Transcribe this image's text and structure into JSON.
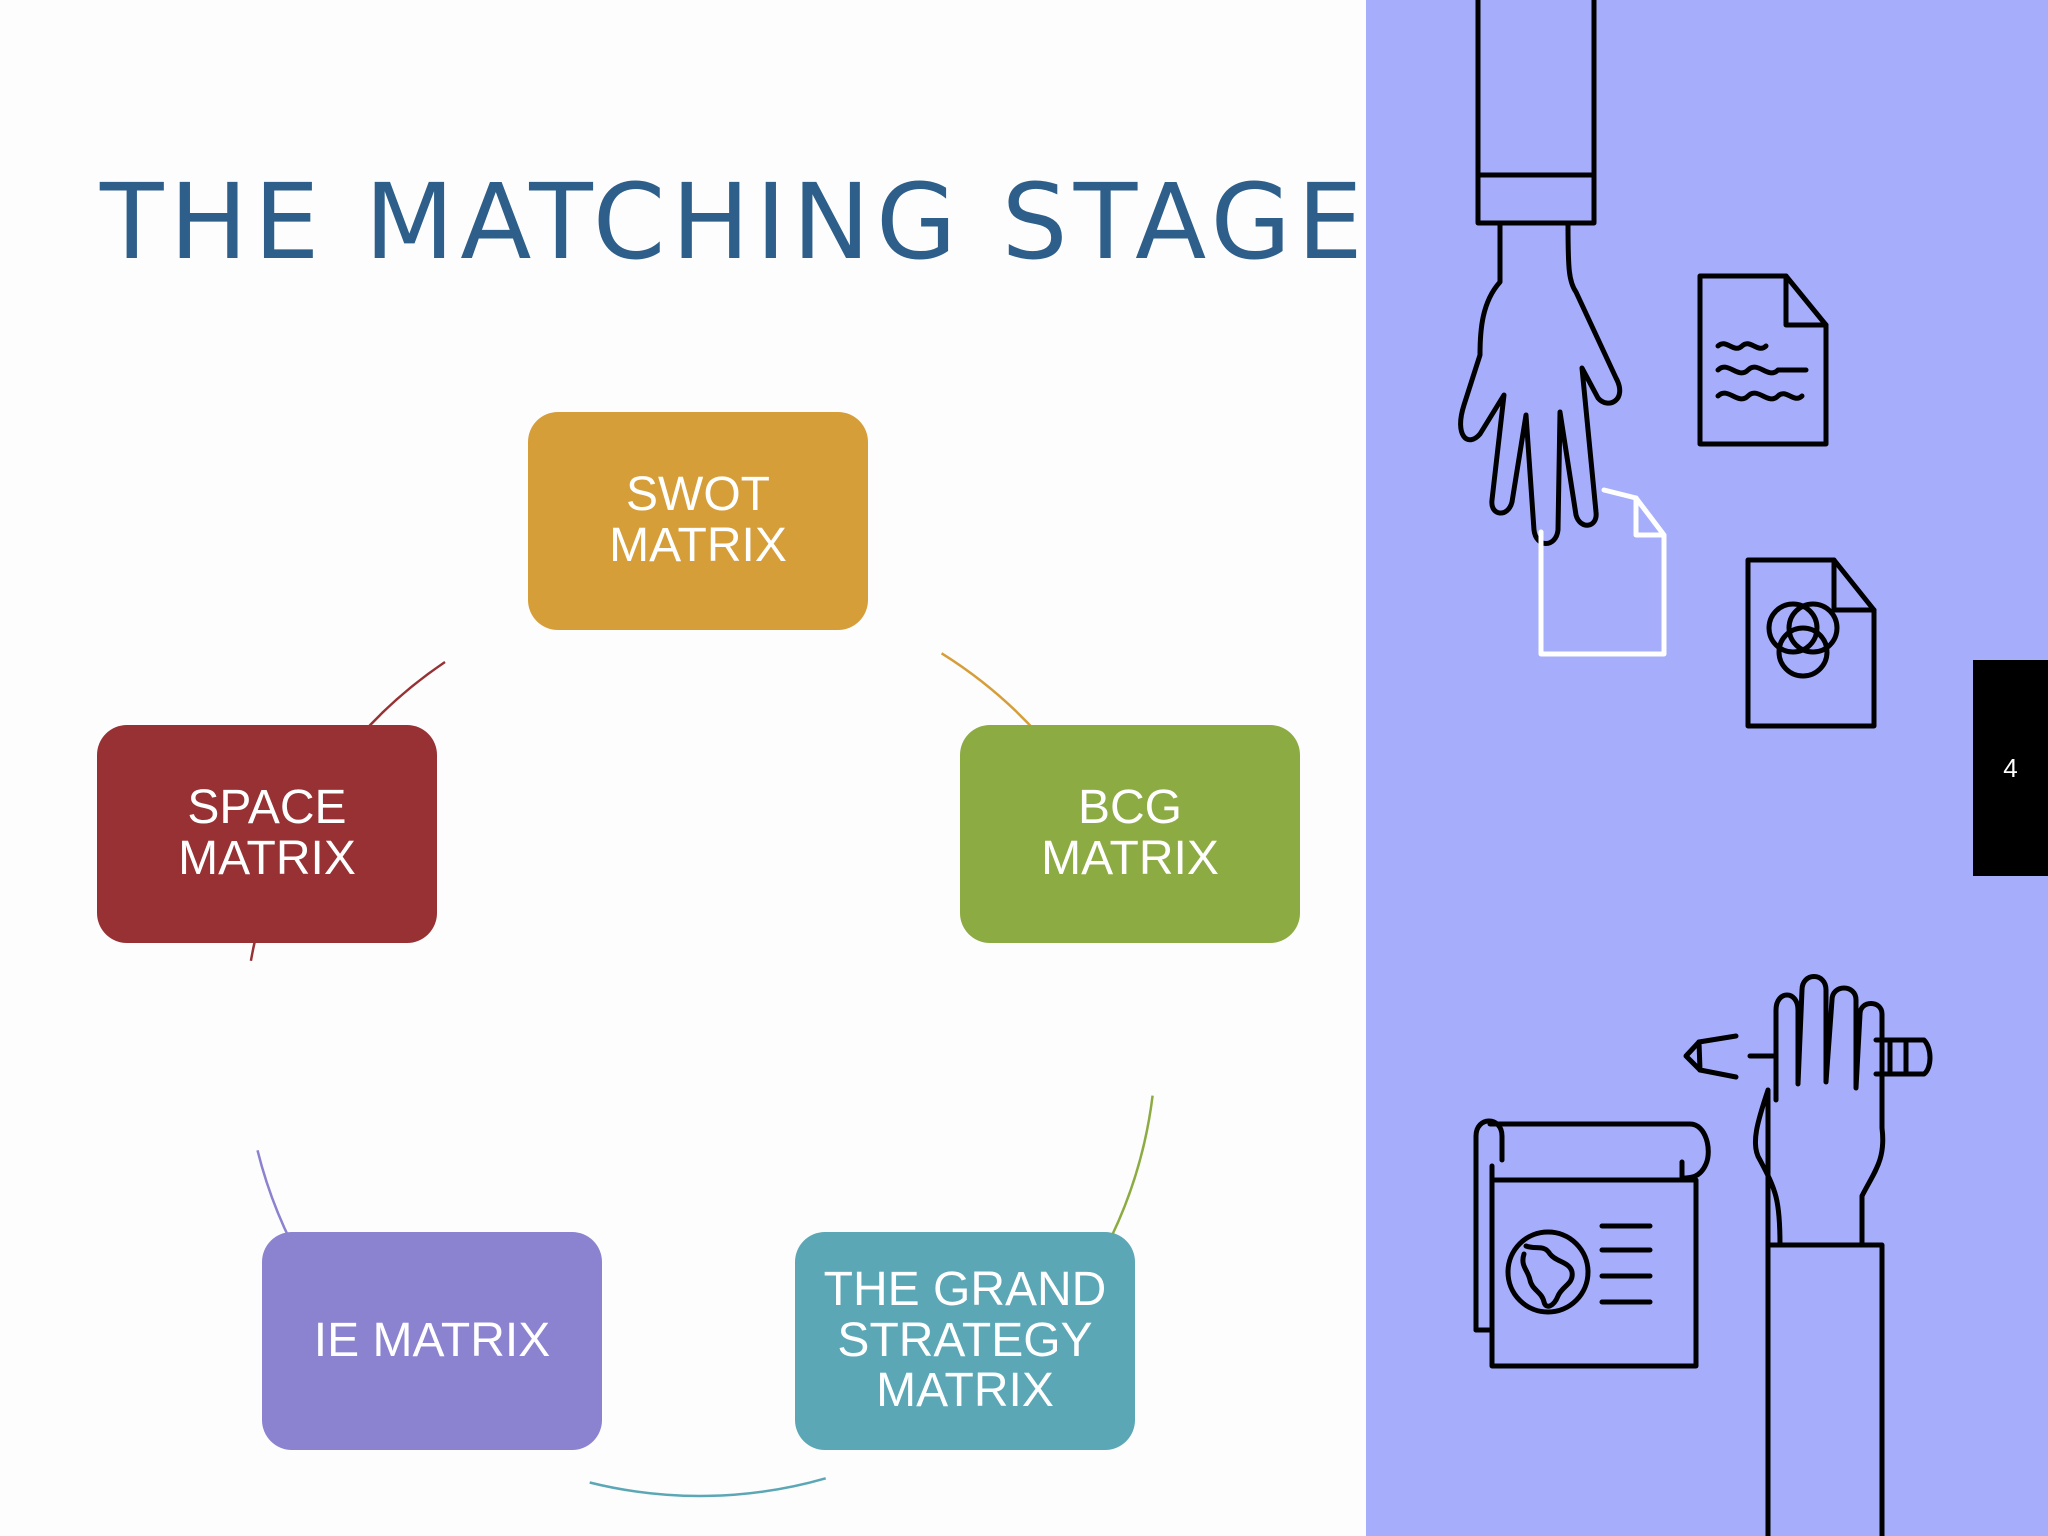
{
  "slide": {
    "title": "THE MATCHING STAGE",
    "page_number": "4"
  },
  "cycle": {
    "nodes": [
      {
        "label": "SWOT\nMATRIX",
        "color": "#d69e39"
      },
      {
        "label": "BCG\nMATRIX",
        "color": "#8cab43"
      },
      {
        "label": "THE GRAND\nSTRATEGY\nMATRIX",
        "color": "#5ba7b6"
      },
      {
        "label": "IE MATRIX",
        "color": "#8b82d0"
      },
      {
        "label": "SPACE\nMATRIX",
        "color": "#973133"
      }
    ],
    "connector_colors": [
      "#d69e39",
      "#8cab43",
      "#5ba7b6",
      "#8b82d0",
      "#973133"
    ]
  },
  "colors": {
    "title": "#2d5f8a",
    "panel_background": "#a6aefb",
    "icon_stroke": "#000000",
    "icon_stroke_light": "#ffffff"
  },
  "icons": [
    "hand-dropping-document-icon",
    "text-document-icon",
    "blank-document-icon",
    "venn-document-icon",
    "hand-with-pencil-icon",
    "world-map-scroll-icon"
  ]
}
